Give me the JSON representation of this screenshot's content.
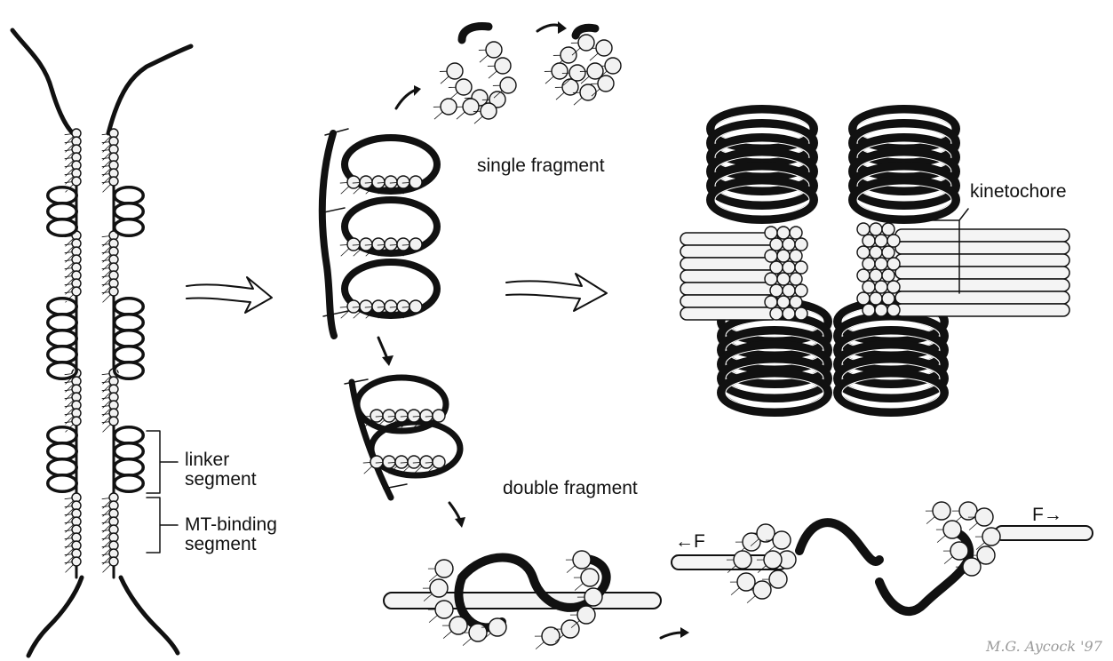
{
  "labels": {
    "single_fragment": "single fragment",
    "double_fragment": "double fragment",
    "kinetochore": "kinetochore",
    "linker_segment_line1": "linker",
    "linker_segment_line2": "segment",
    "mt_binding_line1": "MT-binding",
    "mt_binding_line2": "segment",
    "force_left": "←F",
    "force_right": "F→",
    "signature": "M.G. Aycock '97"
  },
  "colors": {
    "ink": "#111111",
    "bead_fill": "#f2f2f2",
    "paper": "#ffffff"
  },
  "icons": [
    "open-arrow-icon",
    "curved-arrow-icon"
  ]
}
